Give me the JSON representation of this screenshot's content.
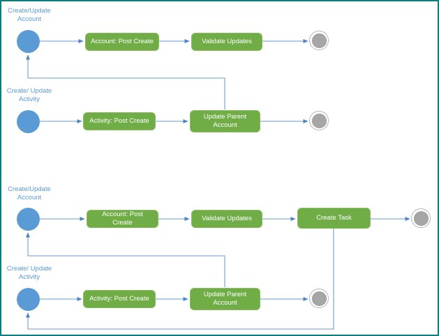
{
  "colors": {
    "frame_teal": "#0e7c7b",
    "start_node_blue": "#5b9bd5",
    "task_green": "#70ad47",
    "task_green_border": "#8abc62",
    "end_node_gray": "#a6a6a6",
    "end_node_ring": "#b5b5b5",
    "connector_blue": "#83aedb",
    "arrowhead_blue": "#4a86c6",
    "label_blue": "#5b9bd5"
  },
  "diagrams": [
    {
      "name": "workflow-top",
      "lanes": [
        {
          "label": "Create/Update\nAccount",
          "start_node": "start-state",
          "end_node": "end-state",
          "tasks": [
            "Account: Post Create",
            "Validate Updates"
          ]
        },
        {
          "label": "Create/ Update\nActivity",
          "start_node": "start-state",
          "end_node": "end-state",
          "tasks": [
            "Activity: Post Create",
            "Update Parent Account"
          ]
        }
      ],
      "loops": [
        "update-parent-account-to-account-start"
      ]
    },
    {
      "name": "workflow-bottom",
      "lanes": [
        {
          "label": "Create/Update\nAccount",
          "start_node": "start-state",
          "end_node": "end-state",
          "tasks": [
            "Account: Post Create",
            "Validate Updates",
            "Create Task"
          ]
        },
        {
          "label": "Create/ Update\nActivity",
          "start_node": "start-state",
          "end_node": "end-state",
          "tasks": [
            "Activity: Post Create",
            "Update Parent Account"
          ]
        }
      ],
      "loops": [
        "update-parent-account-to-account-start",
        "create-task-to-activity-start"
      ]
    }
  ]
}
